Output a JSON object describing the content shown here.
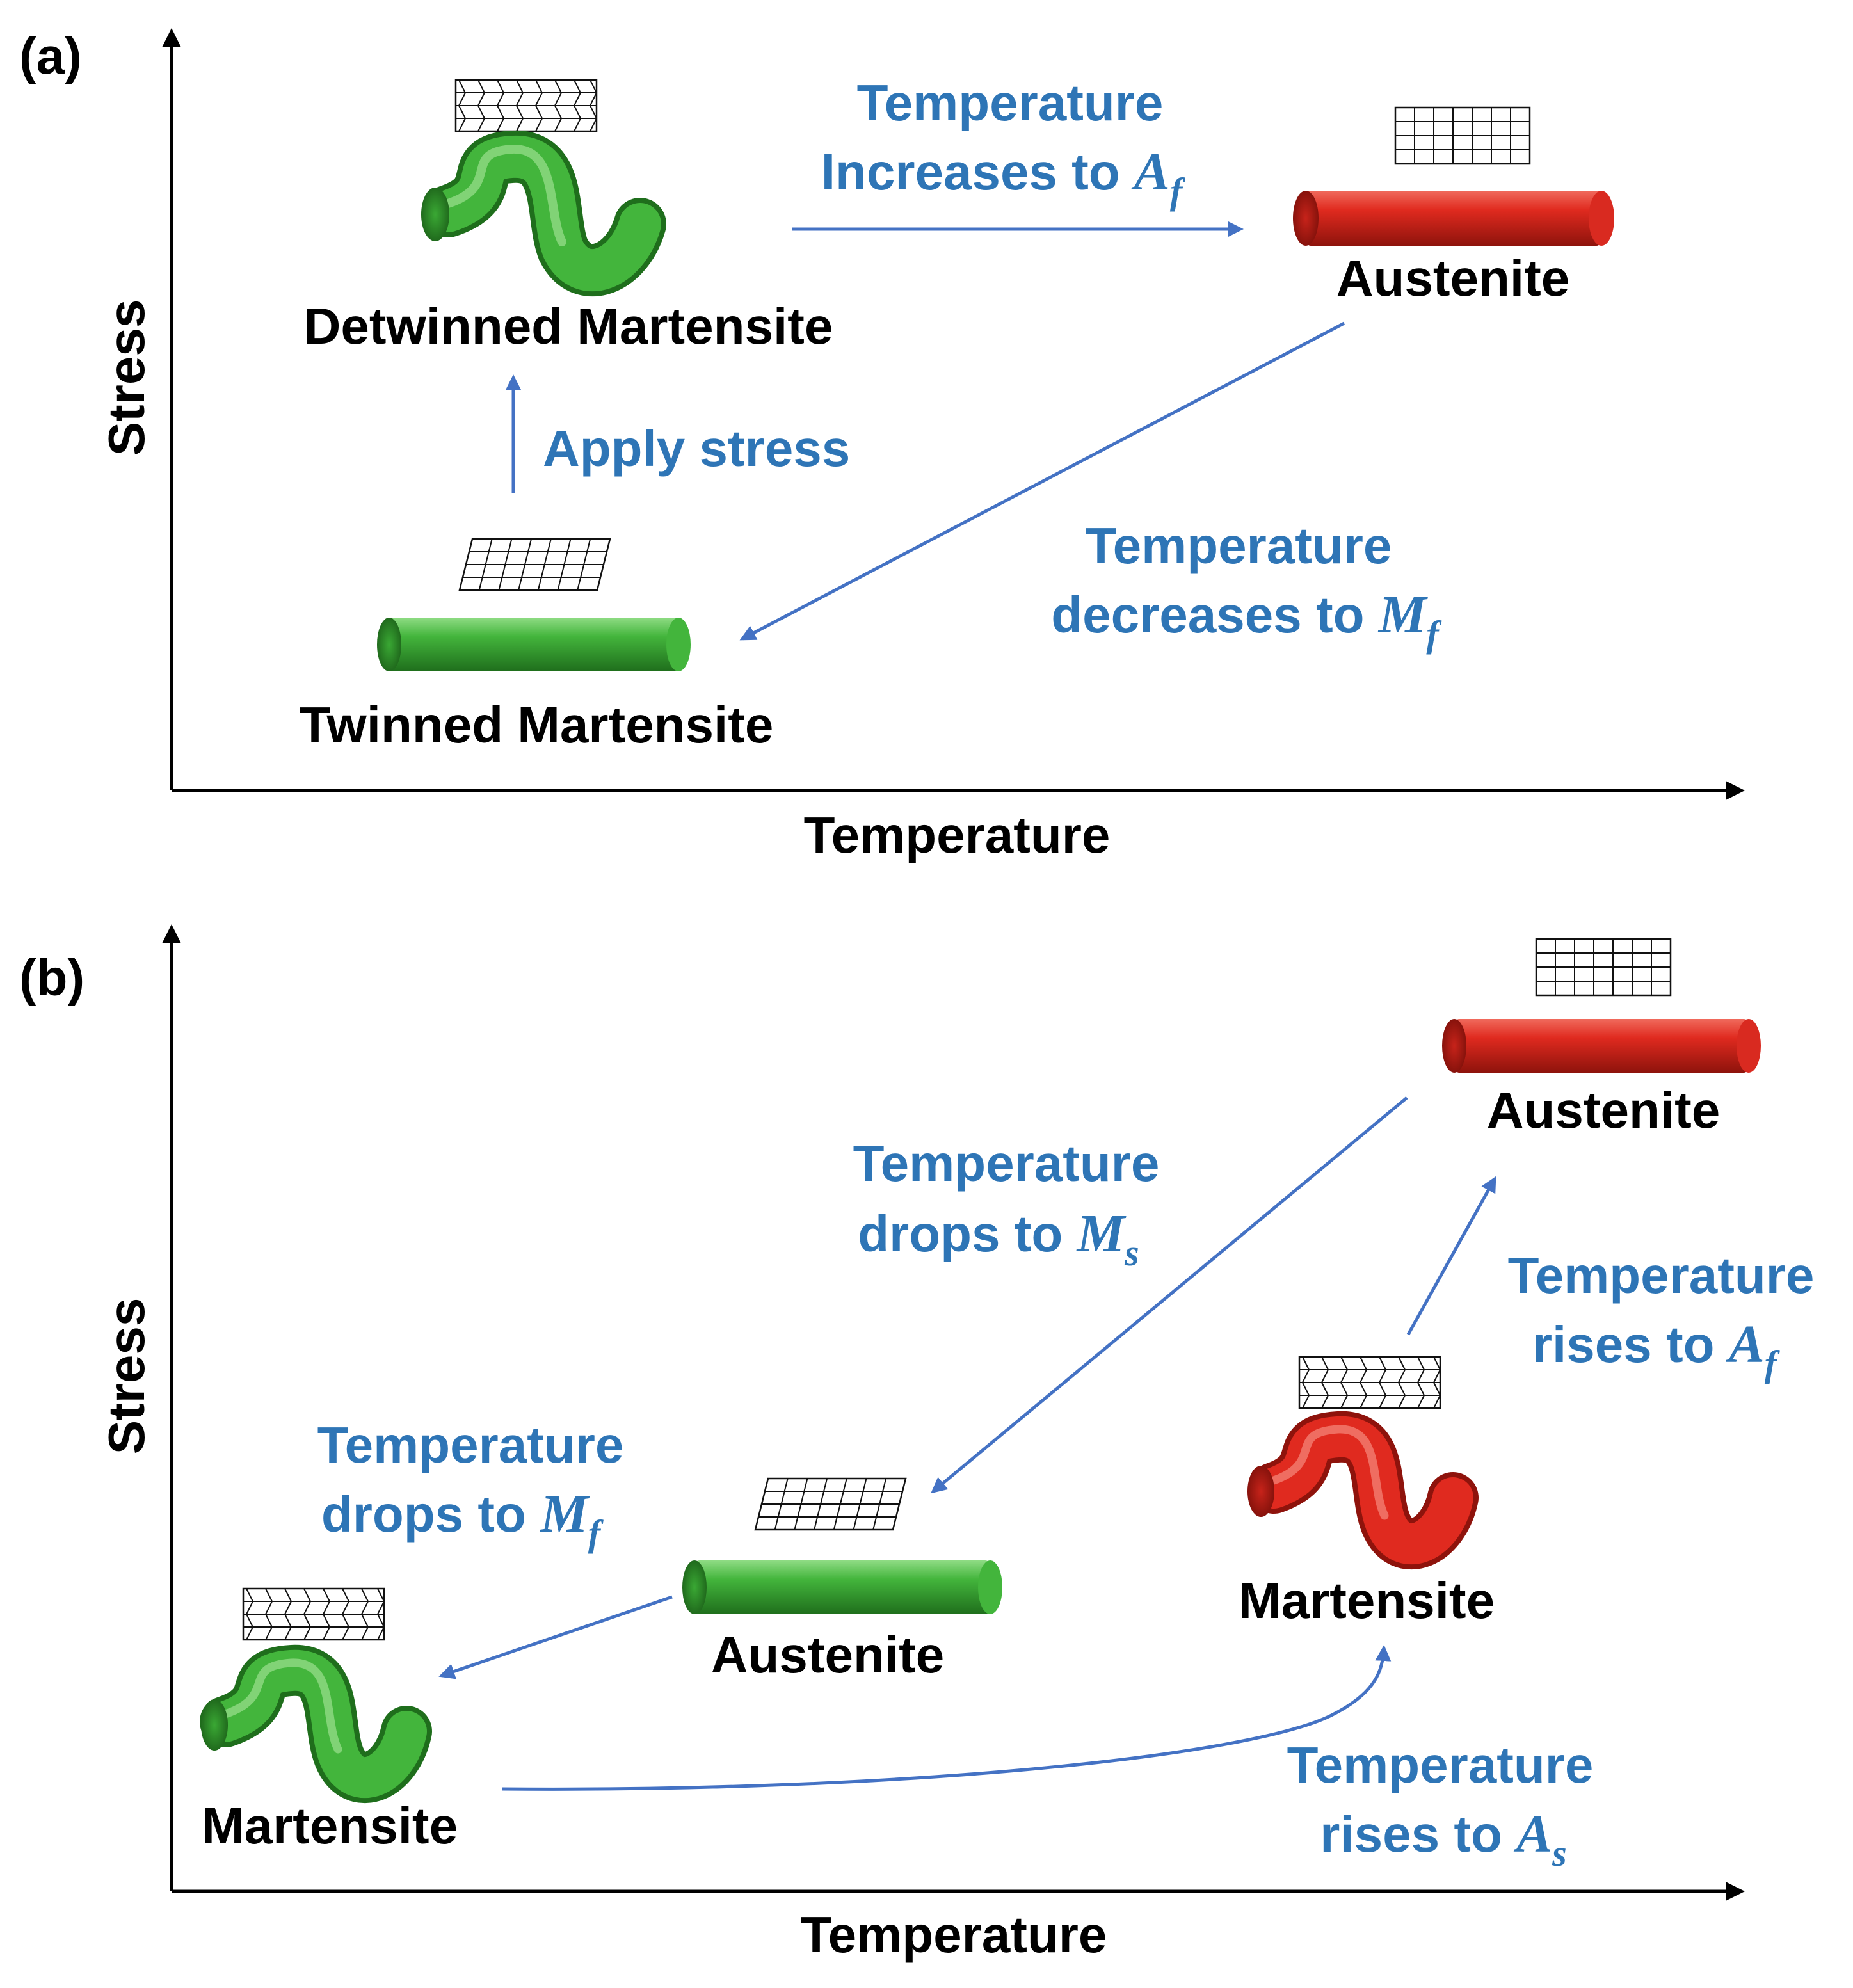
{
  "panel_a": {
    "tag": "(a)",
    "y_axis_label": "Stress",
    "x_axis_label": "Temperature",
    "states": {
      "detwinned": "Detwinned Martensite",
      "austenite": "Austenite",
      "twinned": "Twinned Martensite"
    },
    "transitions": {
      "heat": {
        "line1": "Temperature",
        "line2": "Increases to ",
        "sym": "A",
        "sub": "f"
      },
      "stress": {
        "text": "Apply stress"
      },
      "cool": {
        "line1": "Temperature",
        "line2": "decreases to ",
        "sym": "M",
        "sub": "f"
      }
    }
  },
  "panel_b": {
    "tag": "(b)",
    "y_axis_label": "Stress",
    "x_axis_label": "Temperature",
    "states": {
      "austenite_top": "Austenite",
      "martensite_red": "Martensite",
      "austenite_green": "Austenite",
      "martensite_green": "Martensite"
    },
    "transitions": {
      "drop_ms": {
        "line1": "Temperature",
        "line2": "drops to ",
        "sym": "M",
        "sub": "s"
      },
      "rise_af": {
        "line1": "Temperature",
        "line2": "rises to ",
        "sym": "A",
        "sub": "f"
      },
      "drop_mf": {
        "line1": "Temperature",
        "line2": "drops to ",
        "sym": "M",
        "sub": "f"
      },
      "rise_as": {
        "line1": "Temperature",
        "line2": "rises to ",
        "sym": "A",
        "sub": "s"
      }
    }
  },
  "colors": {
    "arrow": "#4472C4",
    "text_blue": "#2E75B6",
    "red": "#D92A20",
    "green": "#3FAE3A"
  }
}
